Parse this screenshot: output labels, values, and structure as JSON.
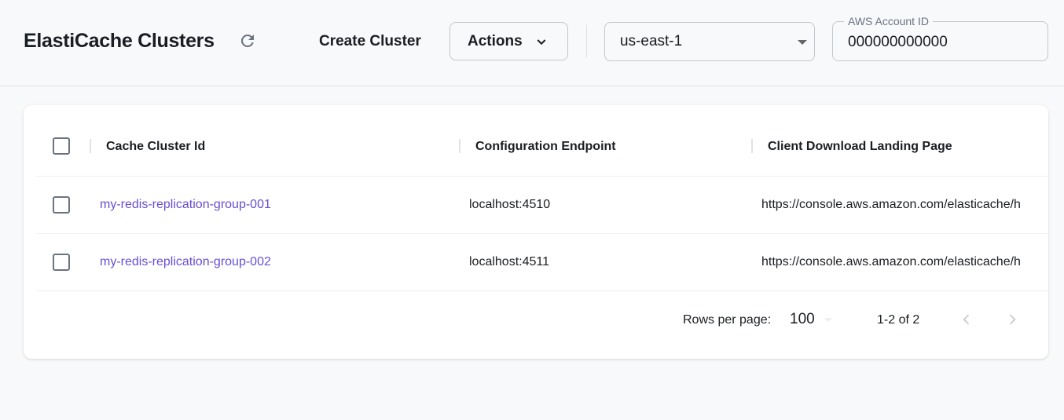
{
  "header": {
    "title": "ElastiCache Clusters",
    "create_label": "Create Cluster",
    "actions_label": "Actions",
    "region": "us-east-1",
    "account_label": "AWS Account ID",
    "account_value": "000000000000"
  },
  "table": {
    "columns": [
      "Cache Cluster Id",
      "Configuration Endpoint",
      "Client Download Landing Page"
    ],
    "rows": [
      {
        "id": "my-redis-replication-group-001",
        "endpoint": "localhost:4510",
        "landing": "https://console.aws.amazon.com/elasticache/h"
      },
      {
        "id": "my-redis-replication-group-002",
        "endpoint": "localhost:4511",
        "landing": "https://console.aws.amazon.com/elasticache/h"
      }
    ]
  },
  "pagination": {
    "rows_label": "Rows per page:",
    "rows_value": "100",
    "range": "1-2 of 2"
  },
  "colors": {
    "link": "#6a4fd0"
  }
}
